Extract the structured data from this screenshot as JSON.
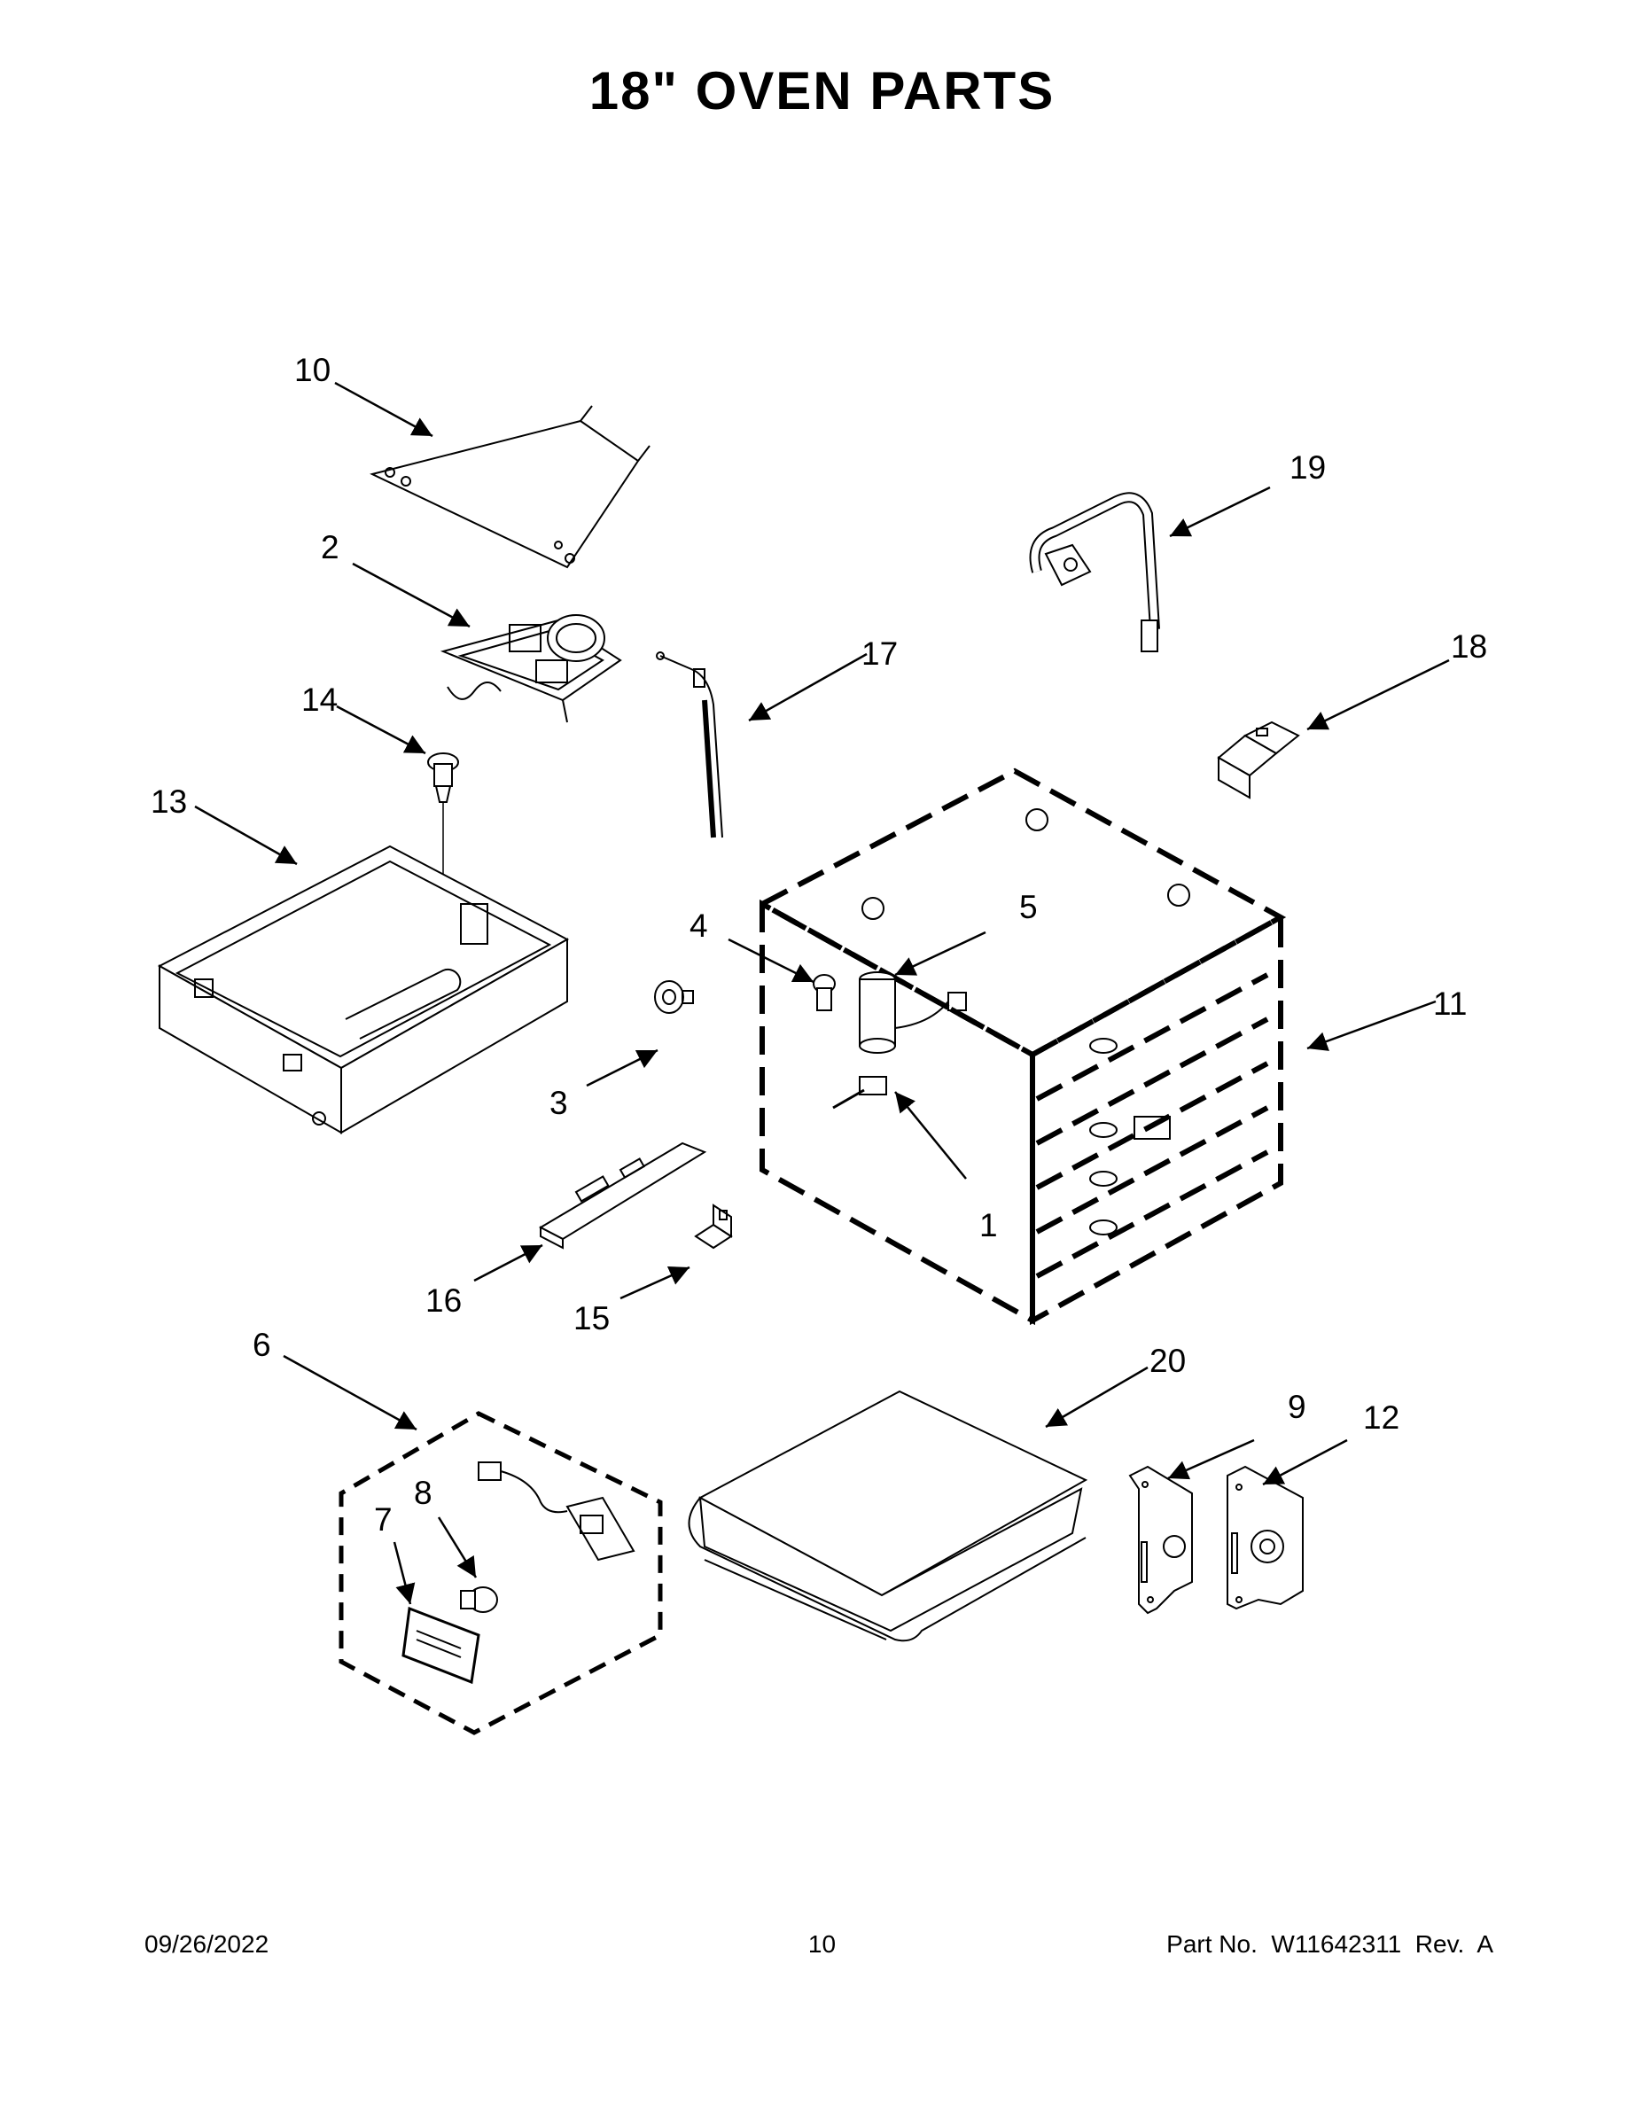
{
  "title": "18\" OVEN PARTS",
  "callouts": {
    "c1": "1",
    "c2": "2",
    "c3": "3",
    "c4": "4",
    "c5": "5",
    "c6": "6",
    "c7": "7",
    "c8": "8",
    "c9": "9",
    "c10": "10",
    "c11": "11",
    "c12": "12",
    "c13": "13",
    "c14": "14",
    "c15": "15",
    "c16": "16",
    "c17": "17",
    "c18": "18",
    "c19": "19",
    "c20": "20"
  },
  "footer": {
    "date": "09/26/2022",
    "page": "10",
    "part_no": "Part No.  W11642311  Rev.  A"
  }
}
